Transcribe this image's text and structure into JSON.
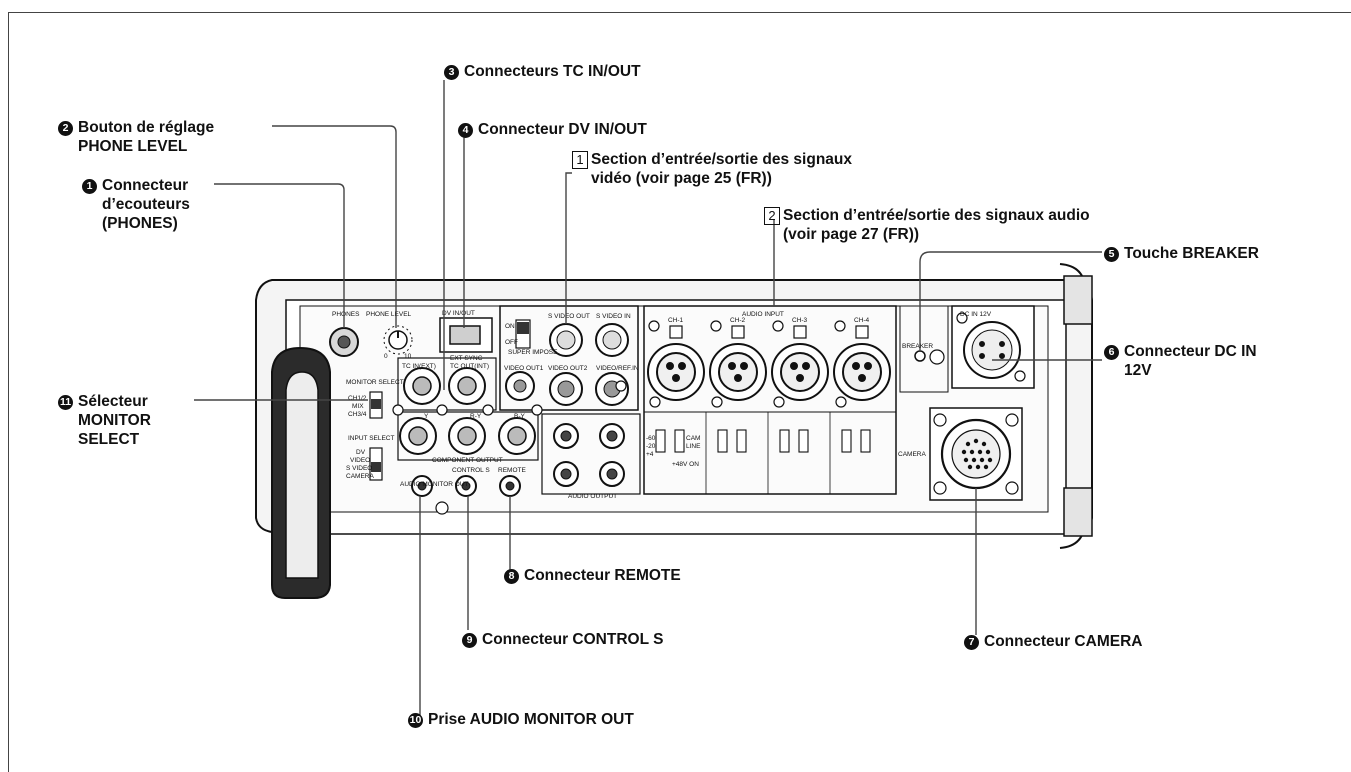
{
  "callouts": {
    "c1": {
      "num": "1",
      "line1": "Connecteur",
      "line2": "d’ecouteurs",
      "line3": "(PHONES)"
    },
    "c2": {
      "num": "2",
      "line1": "Bouton de réglage",
      "line2": "PHONE LEVEL"
    },
    "c3": {
      "num": "3",
      "line1": "Connecteurs TC IN/OUT"
    },
    "c4": {
      "num": "4",
      "line1": "Connecteur DV IN/OUT"
    },
    "s1": {
      "num": "1",
      "line1": "Section d’entrée/sortie des signaux",
      "line2": "vidéo (voir page 25 (FR))"
    },
    "s2": {
      "num": "2",
      "line1": "Section d’entrée/sortie des signaux audio",
      "line2": "(voir page 27 (FR))"
    },
    "c5": {
      "num": "5",
      "line1": "Touche BREAKER"
    },
    "c6": {
      "num": "6",
      "line1": "Connecteur DC IN",
      "line2": "12V"
    },
    "c7": {
      "num": "7",
      "line1": "Connecteur CAMERA"
    },
    "c8": {
      "num": "8",
      "line1": "Connecteur REMOTE"
    },
    "c9": {
      "num": "9",
      "line1": "Connecteur CONTROL S"
    },
    "c10": {
      "num": "10",
      "line1": "Prise AUDIO MONITOR OUT"
    },
    "c11": {
      "num": "11",
      "line1": "Sélecteur",
      "line2": "MONITOR",
      "line3": "SELECT"
    }
  },
  "panel": {
    "phones": "PHONES",
    "phone_level": "PHONE LEVEL",
    "dv_in_out": "DV IN/OUT",
    "on": "ON",
    "off": "OFF",
    "super_impose": "SUPER IMPOSE",
    "s_video_out": "S VIDEO OUT",
    "s_video_in": "S VIDEO IN",
    "audio_input": "AUDIO INPUT",
    "ch1": "CH-1",
    "ch2": "CH-2",
    "ch3": "CH-3",
    "ch4": "CH-4",
    "breaker": "BREAKER",
    "dc_in_12v": "DC IN 12V",
    "tc_in_ext": "TC IN(EXT)",
    "tc_out_int": "TC OUT(INT)",
    "ext_sync": "EXT SYNC",
    "video_out1": "VIDEO OUT1",
    "video_out2": "VIDEO OUT2",
    "video_ref_in": "VIDEO/REF.IN",
    "monitor_select": "MONITOR SELECT",
    "ch12": "CH1/2",
    "mix": "MIX",
    "ch34": "CH3/4",
    "input_select": "INPUT SELECT",
    "dv": "DV",
    "video": "VIDEO",
    "s_video": "S VIDEO",
    "camera_sel": "CAMERA",
    "y": "Y",
    "ry": "R-Y",
    "by": "B-Y",
    "component_output": "COMPONENT OUTPUT",
    "audio_output": "AUDIO OUTPUT",
    "control_s": "CONTROL S",
    "remote": "REMOTE",
    "audio_monitor_out": "AUDIO MONITOR OUT",
    "camera": "CAMERA",
    "m60": "-60",
    "m20": "-20",
    "p4": "+4",
    "cam": "CAM",
    "line": "LINE",
    "p48v": "+48V ON",
    "dial_0": "0",
    "dial_10": "10"
  }
}
